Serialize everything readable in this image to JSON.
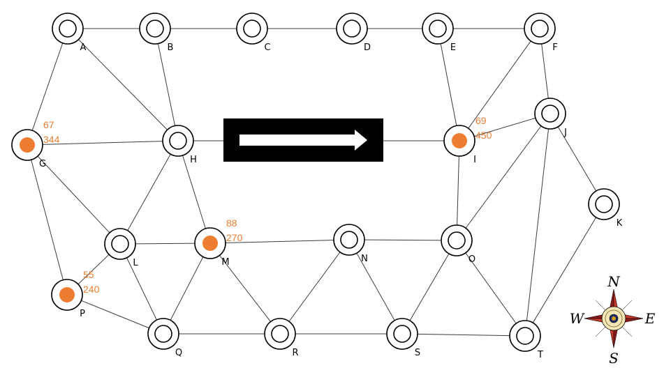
{
  "colors": {
    "edge": "#3c3c3c",
    "node_stroke": "#000000",
    "marker": "#ed7d31",
    "value_text": "#ed7d31",
    "arrow_box": "#000000",
    "arrow": "#ffffff"
  },
  "nodes": [
    {
      "id": "A",
      "label": "A",
      "value_top": null,
      "value_bottom": null,
      "marked": false
    },
    {
      "id": "B",
      "label": "B",
      "value_top": null,
      "value_bottom": null,
      "marked": false
    },
    {
      "id": "C",
      "label": "C",
      "value_top": null,
      "value_bottom": null,
      "marked": false
    },
    {
      "id": "D",
      "label": "D",
      "value_top": null,
      "value_bottom": null,
      "marked": false
    },
    {
      "id": "E",
      "label": "E",
      "value_top": null,
      "value_bottom": null,
      "marked": false
    },
    {
      "id": "F",
      "label": "F",
      "value_top": null,
      "value_bottom": null,
      "marked": false
    },
    {
      "id": "G",
      "label": "G",
      "value_top": "67",
      "value_bottom": "344",
      "marked": true
    },
    {
      "id": "H",
      "label": "H",
      "value_top": null,
      "value_bottom": null,
      "marked": false
    },
    {
      "id": "I",
      "label": "I",
      "value_top": "69",
      "value_bottom": "450",
      "marked": true
    },
    {
      "id": "J",
      "label": "J",
      "value_top": null,
      "value_bottom": null,
      "marked": false
    },
    {
      "id": "K",
      "label": "K",
      "value_top": null,
      "value_bottom": null,
      "marked": false
    },
    {
      "id": "L",
      "label": "L",
      "value_top": null,
      "value_bottom": null,
      "marked": false
    },
    {
      "id": "M",
      "label": "M",
      "value_top": "88",
      "value_bottom": "270",
      "marked": true
    },
    {
      "id": "N",
      "label": "N",
      "value_top": null,
      "value_bottom": null,
      "marked": false
    },
    {
      "id": "O",
      "label": "O",
      "value_top": null,
      "value_bottom": null,
      "marked": false
    },
    {
      "id": "P",
      "label": "P",
      "value_top": "55",
      "value_bottom": "240",
      "marked": true
    },
    {
      "id": "Q",
      "label": "Q",
      "value_top": null,
      "value_bottom": null,
      "marked": false
    },
    {
      "id": "R",
      "label": "R",
      "value_top": null,
      "value_bottom": null,
      "marked": false
    },
    {
      "id": "S",
      "label": "S",
      "value_top": null,
      "value_bottom": null,
      "marked": false
    },
    {
      "id": "T",
      "label": "T",
      "value_top": null,
      "value_bottom": null,
      "marked": false
    }
  ],
  "edges": [
    [
      "A",
      "B"
    ],
    [
      "B",
      "C"
    ],
    [
      "C",
      "D"
    ],
    [
      "D",
      "E"
    ],
    [
      "E",
      "F"
    ],
    [
      "A",
      "G"
    ],
    [
      "A",
      "H"
    ],
    [
      "B",
      "H"
    ],
    [
      "E",
      "I"
    ],
    [
      "F",
      "I"
    ],
    [
      "F",
      "J"
    ],
    [
      "G",
      "H"
    ],
    [
      "G",
      "L"
    ],
    [
      "G",
      "P"
    ],
    [
      "H",
      "L"
    ],
    [
      "H",
      "M"
    ],
    [
      "I",
      "J"
    ],
    [
      "I",
      "O"
    ],
    [
      "J",
      "K"
    ],
    [
      "J",
      "O"
    ],
    [
      "J",
      "T"
    ],
    [
      "K",
      "T"
    ],
    [
      "L",
      "M"
    ],
    [
      "L",
      "P"
    ],
    [
      "L",
      "Q"
    ],
    [
      "M",
      "N"
    ],
    [
      "M",
      "Q"
    ],
    [
      "M",
      "R"
    ],
    [
      "N",
      "O"
    ],
    [
      "N",
      "R"
    ],
    [
      "N",
      "S"
    ],
    [
      "O",
      "S"
    ],
    [
      "O",
      "T"
    ],
    [
      "P",
      "Q"
    ],
    [
      "Q",
      "R"
    ],
    [
      "R",
      "S"
    ],
    [
      "S",
      "T"
    ],
    [
      "H",
      "I"
    ]
  ],
  "direction_arrow": {
    "icon": "right-arrow-icon",
    "direction": "east"
  },
  "compass": {
    "icon": "compass-rose-icon",
    "north": "N",
    "east": "E",
    "south": "S",
    "west": "W"
  }
}
